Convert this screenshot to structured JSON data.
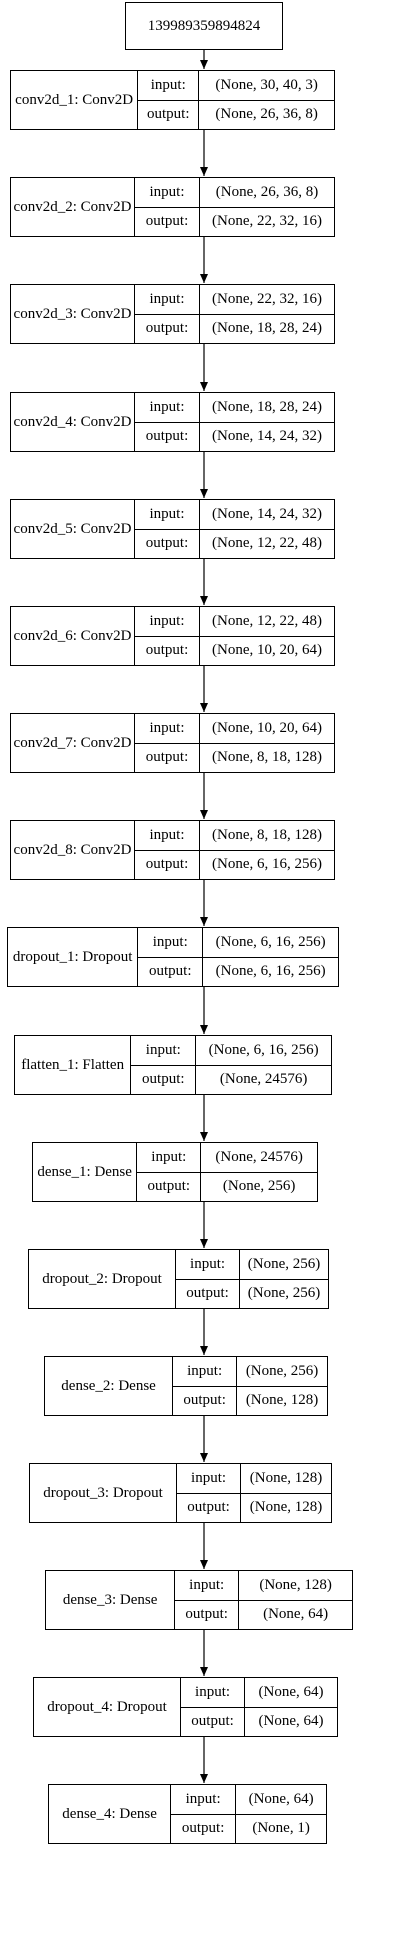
{
  "input_node": {
    "label": "139989359894824"
  },
  "port_labels": {
    "input": "input:",
    "output": "output:"
  },
  "layers": [
    {
      "name": "conv2d_1: Conv2D",
      "input": "(None, 30, 40, 3)",
      "output": "(None, 26, 36, 8)"
    },
    {
      "name": "conv2d_2: Conv2D",
      "input": "(None, 26, 36, 8)",
      "output": "(None, 22, 32, 16)"
    },
    {
      "name": "conv2d_3: Conv2D",
      "input": "(None, 22, 32, 16)",
      "output": "(None, 18, 28, 24)"
    },
    {
      "name": "conv2d_4: Conv2D",
      "input": "(None, 18, 28, 24)",
      "output": "(None, 14, 24, 32)"
    },
    {
      "name": "conv2d_5: Conv2D",
      "input": "(None, 14, 24, 32)",
      "output": "(None, 12, 22, 48)"
    },
    {
      "name": "conv2d_6: Conv2D",
      "input": "(None, 12, 22, 48)",
      "output": "(None, 10, 20, 64)"
    },
    {
      "name": "conv2d_7: Conv2D",
      "input": "(None, 10, 20, 64)",
      "output": "(None, 8, 18, 128)"
    },
    {
      "name": "conv2d_8: Conv2D",
      "input": "(None, 8, 18, 128)",
      "output": "(None, 6, 16, 256)"
    },
    {
      "name": "dropout_1: Dropout",
      "input": "(None, 6, 16, 256)",
      "output": "(None, 6, 16, 256)"
    },
    {
      "name": "flatten_1: Flatten",
      "input": "(None, 6, 16, 256)",
      "output": "(None, 24576)"
    },
    {
      "name": "dense_1: Dense",
      "input": "(None, 24576)",
      "output": "(None, 256)"
    },
    {
      "name": "dropout_2: Dropout",
      "input": "(None, 256)",
      "output": "(None, 256)"
    },
    {
      "name": "dense_2: Dense",
      "input": "(None, 256)",
      "output": "(None, 128)"
    },
    {
      "name": "dropout_3: Dropout",
      "input": "(None, 128)",
      "output": "(None, 128)"
    },
    {
      "name": "dense_3: Dense",
      "input": "(None, 128)",
      "output": "(None, 64)"
    },
    {
      "name": "dropout_4: Dropout",
      "input": "(None, 64)",
      "output": "(None, 64)"
    },
    {
      "name": "dense_4: Dense",
      "input": "(None, 64)",
      "output": "(None, 1)"
    }
  ]
}
